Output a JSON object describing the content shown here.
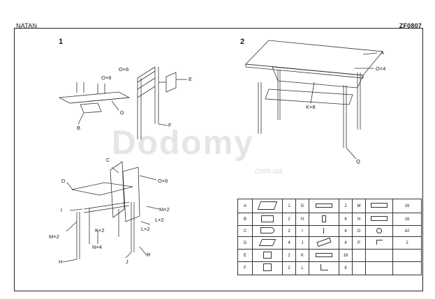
{
  "header": {
    "left": "NATAN",
    "right": "ZF0807"
  },
  "steps": {
    "one": "1",
    "two": "2"
  },
  "step1_labels": {
    "ox8": "O×8",
    "ox6_top": "O×6",
    "e": "E",
    "g": "G",
    "b": "B",
    "f": "F"
  },
  "step2_labels": {
    "a": "A",
    "ox4": "O×4",
    "kx8": "K×8",
    "q": "Q"
  },
  "step3_labels": {
    "c": "C",
    "d": "D",
    "ox6": "O×6",
    "i": "I",
    "mx2_right": "M×2",
    "lx2": "L×2",
    "kx2": "K×2",
    "lx2_b": "L×2",
    "mx2_left": "M×2",
    "nx4": "N×4",
    "h": "H",
    "j": "J",
    "r": "R"
  },
  "watermark": {
    "text": "Dodomy",
    "sub": "com.ua"
  },
  "parts_table": [
    [
      {
        "letter": "A",
        "qty": "1"
      },
      {
        "letter": "G",
        "qty": "2"
      },
      {
        "letter": "M",
        "qty": "16"
      }
    ],
    [
      {
        "letter": "B",
        "qty": "2"
      },
      {
        "letter": "H",
        "qty": "6"
      },
      {
        "letter": "N",
        "qty": "16"
      }
    ],
    [
      {
        "letter": "C",
        "qty": "2"
      },
      {
        "letter": "I",
        "qty": "4"
      },
      {
        "letter": "O",
        "qty": "42"
      }
    ],
    [
      {
        "letter": "D",
        "qty": "4"
      },
      {
        "letter": "J",
        "qty": "4"
      },
      {
        "letter": "P",
        "qty": "2"
      }
    ],
    [
      {
        "letter": "E",
        "qty": "2"
      },
      {
        "letter": "K",
        "qty": "16"
      },
      {
        "letter": "",
        "qty": ""
      }
    ],
    [
      {
        "letter": "F",
        "qty": "2"
      },
      {
        "letter": "L",
        "qty": "8"
      },
      {
        "letter": "",
        "qty": ""
      }
    ]
  ]
}
